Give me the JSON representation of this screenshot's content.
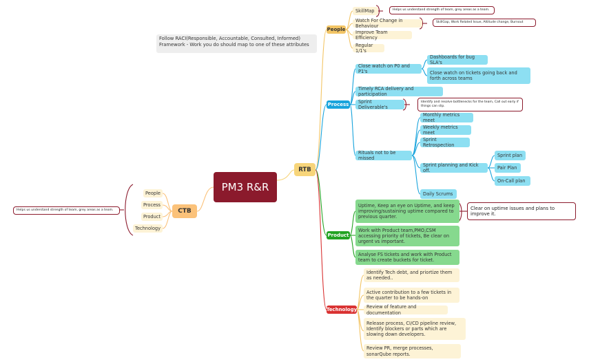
{
  "central": "PM3 R&R",
  "framework_note": "Follow RACI(Responsible, Accountable, Consulted, Informed) Framework - Work you do should map to one of these attributes",
  "rtb": {
    "label": "RTB",
    "people": {
      "label": "People",
      "items": [
        "SkillMap",
        "Watch For Change in Behaviour",
        "Improve Team Efficiency",
        "Regular 1/1's"
      ],
      "notes": [
        "Helps us understand strength of team, grey areas as a team.",
        "SkillGap, Work Related Issue, Attitude change, Burnout"
      ]
    },
    "process": {
      "label": "Process",
      "close_watch": "Close watch on P0 and P1's",
      "close_watch_children": [
        "Dashboards for bug SLA's",
        "Close watch on tickets going back and forth across teams"
      ],
      "rca": "Timely RCA delivery and participation",
      "sprint_deliverables": "Sprint Deliverable's",
      "sprint_note": "Identify and resolve bottlenecks for the team, Call out early if things can slip.",
      "rituals": "Rituals not to be missed",
      "ritual_items": [
        "Monthly metrics meet",
        "Weekly metrics meet",
        "Sprint Retrospection",
        "Sprint planning and Kick off.",
        "Daily Scrums"
      ],
      "planning_children": [
        "Sprint plan",
        "Pair Plan",
        "On-Call plan"
      ]
    },
    "product": {
      "label": "Product",
      "items": [
        "Uptime, Keep an eye on Uptime, and keep improving/sustaining uptime compared to previous quarter.",
        "Work with Product team,PMO,CSM accessing priority of tickets, Be clear on urgent vs important.",
        "Analyse FS tickets and work with Product team to create buckets for ticket."
      ],
      "note": "Clear on uptime issues and plans to improve it."
    },
    "technology": {
      "label": "Technology",
      "items": [
        "Identify Tech debt, and priortize them as needed..",
        "Active contribution to a few tickets in the quarter to be hands-on",
        "Review of feature and documentation",
        "Release process, CI/CD pipeline review, Identify blockers or parts which are slowing down developers.",
        "Review PR, merge processes, sonarQube reports."
      ]
    }
  },
  "ctb": {
    "label": "CTB",
    "items": [
      "People",
      "Process",
      "Product",
      "Technology"
    ],
    "note": "Helps us understand strength of team, grey areas as a team."
  },
  "colors": {
    "central": "#8b1a2c",
    "rtb": "#f7d57a",
    "ctb": "#fbc27a",
    "people": "#f3c565",
    "process": "#19a4dc",
    "product": "#23a323",
    "technology": "#d93232"
  }
}
